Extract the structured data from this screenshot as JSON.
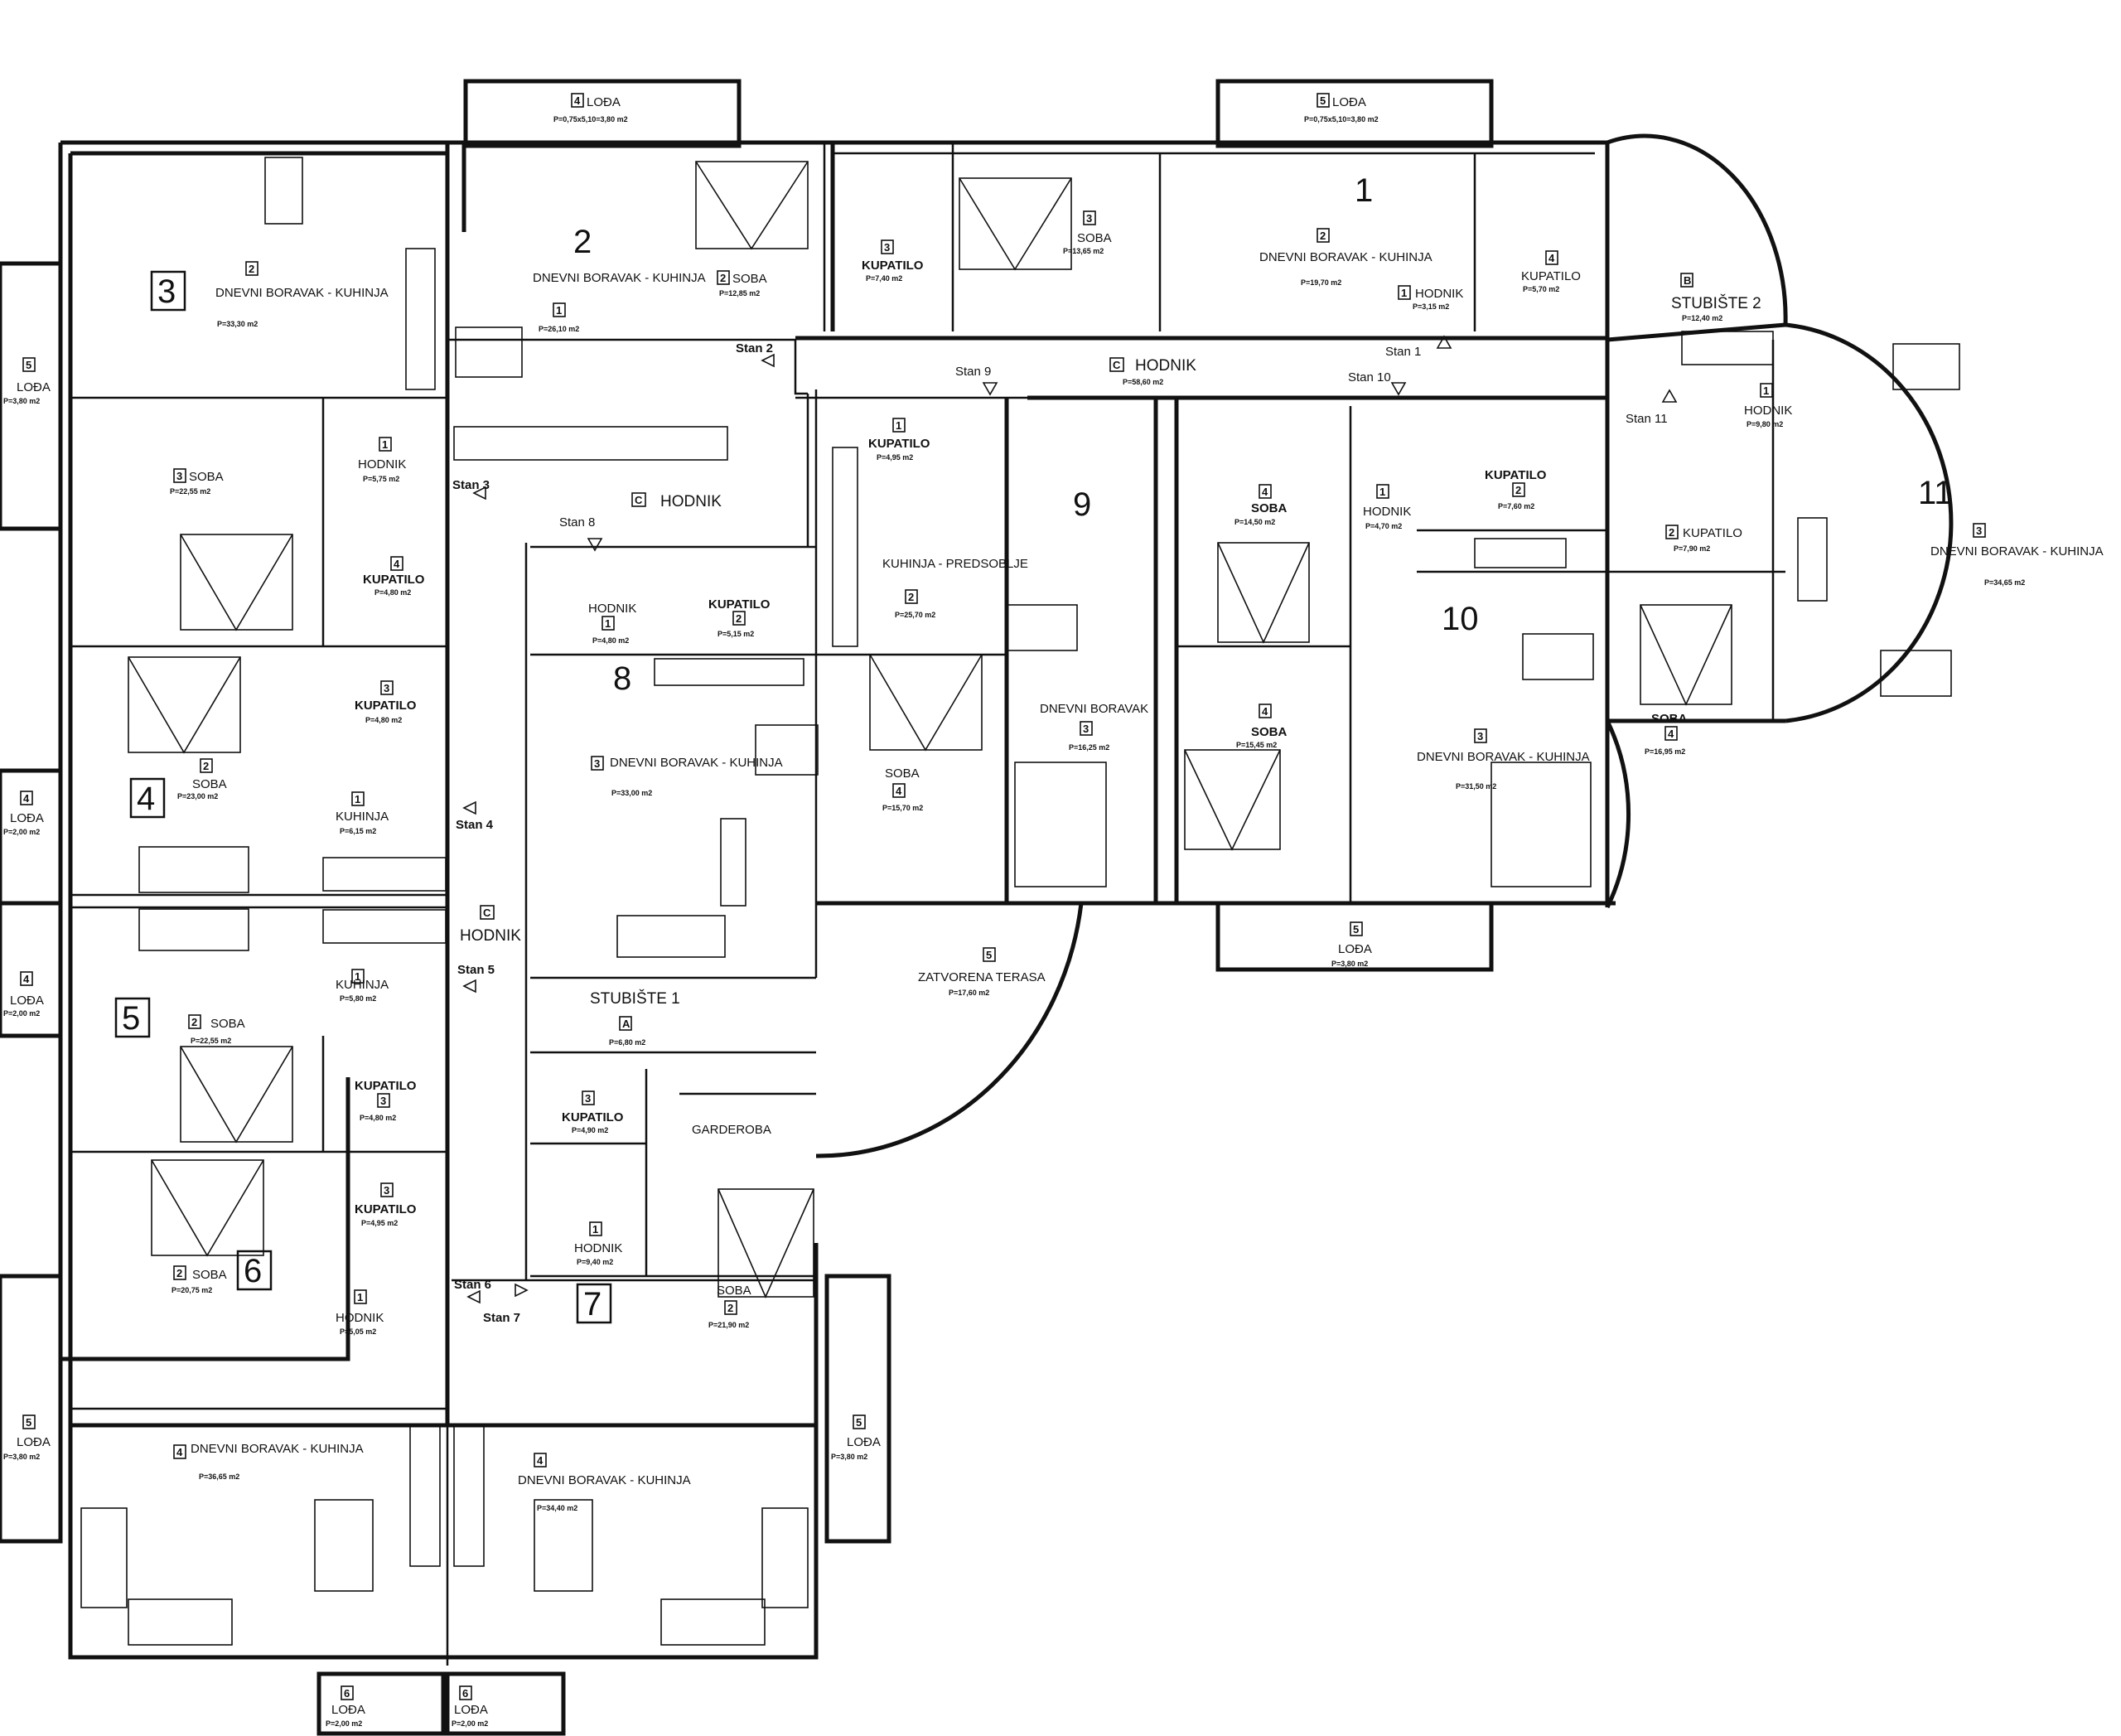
{
  "apartments": [
    {
      "id": "1",
      "rooms": [
        {
          "num": "1",
          "name": "HODNIK",
          "area": "P=3,15 m2"
        },
        {
          "num": "2",
          "name": "DNEVNI BORAVAK - KUHINJA",
          "area": "P=19,70 m2"
        },
        {
          "num": "3",
          "name": "SOBA",
          "area": "P=13,65 m2"
        },
        {
          "num": "3",
          "name": "KUPATILO",
          "area": "P=7,40 m2"
        },
        {
          "num": "4",
          "name": "KUPATILO",
          "area": "P=5,70 m2"
        },
        {
          "num": "5",
          "name": "LOĐA",
          "area": "P=0,75x5,10=3,80 m2"
        }
      ]
    },
    {
      "id": "2",
      "rooms": [
        {
          "num": "1",
          "name": "DNEVNI BORAVAK - KUHINJA",
          "area": "P=26,10 m2"
        },
        {
          "num": "2",
          "name": "SOBA",
          "area": "P=12,85 m2"
        },
        {
          "num": "4",
          "name": "LOĐA",
          "area": "P=0,75x5,10=3,80 m2"
        }
      ]
    },
    {
      "id": "3",
      "rooms": [
        {
          "num": "1",
          "name": "HODNIK",
          "area": "P=5,75 m2"
        },
        {
          "num": "2",
          "name": "DNEVNI BORAVAK - KUHINJA",
          "area": "P=33,30 m2"
        },
        {
          "num": "3",
          "name": "SOBA",
          "area": "P=22,55 m2"
        },
        {
          "num": "4",
          "name": "KUPATILO",
          "area": "P=4,80 m2"
        },
        {
          "num": "5",
          "name": "LOĐA",
          "area": "P=3,80 m2"
        }
      ]
    },
    {
      "id": "4",
      "rooms": [
        {
          "num": "1",
          "name": "KUHINJA",
          "area": "P=6,15 m2"
        },
        {
          "num": "2",
          "name": "SOBA",
          "area": "P=23,00 m2"
        },
        {
          "num": "3",
          "name": "KUPATILO",
          "area": "P=4,80 m2"
        },
        {
          "num": "4",
          "name": "LOĐA",
          "area": "P=2,00 m2"
        }
      ]
    },
    {
      "id": "5",
      "rooms": [
        {
          "num": "1",
          "name": "KUHINJA",
          "area": "P=5,80 m2"
        },
        {
          "num": "2",
          "name": "SOBA",
          "area": "P=22,55 m2"
        },
        {
          "num": "3",
          "name": "KUPATILO",
          "area": "P=4,80 m2"
        },
        {
          "num": "4",
          "name": "LOĐA",
          "area": "P=2,00 m2"
        }
      ]
    },
    {
      "id": "6",
      "rooms": [
        {
          "num": "1",
          "name": "HODNIK",
          "area": "P=5,05 m2"
        },
        {
          "num": "2",
          "name": "SOBA",
          "area": "P=20,75 m2"
        },
        {
          "num": "3",
          "name": "KUPATILO",
          "area": "P=4,95 m2"
        },
        {
          "num": "4",
          "name": "DNEVNI BORAVAK - KUHINJA",
          "area": "P=36,65 m2"
        },
        {
          "num": "5",
          "name": "LOĐA",
          "area": "P=3,80 m2"
        },
        {
          "num": "6",
          "name": "LOĐA",
          "area": "P=2,00 m2"
        }
      ]
    },
    {
      "id": "7",
      "rooms": [
        {
          "num": "1",
          "name": "HODNIK",
          "area": "P=9,40 m2"
        },
        {
          "num": "2",
          "name": "SOBA",
          "area": "P=21,90 m2"
        },
        {
          "num": "3",
          "name": "KUPATILO",
          "area": "P=4,90 m2"
        },
        {
          "num": "4",
          "name": "DNEVNI BORAVAK - KUHINJA",
          "area": "P=34,40 m2"
        },
        {
          "num": "5",
          "name": "LOĐA",
          "area": "P=3,80 m2"
        },
        {
          "num": "6",
          "name": "LOĐA",
          "area": "P=2,00 m2"
        }
      ]
    },
    {
      "id": "8",
      "rooms": [
        {
          "num": "1",
          "name": "HODNIK",
          "area": "P=4,80 m2"
        },
        {
          "num": "2",
          "name": "KUPATILO",
          "area": "P=5,15 m2"
        },
        {
          "num": "3",
          "name": "DNEVNI BORAVAK - KUHINJA",
          "area": "P=33,00 m2"
        }
      ]
    },
    {
      "id": "9",
      "rooms": [
        {
          "num": "1",
          "name": "KUPATILO",
          "area": "P=4,95 m2"
        },
        {
          "num": "2",
          "name": "KUHINJA - PREDSOBLJE",
          "area": "P=25,70 m2"
        },
        {
          "num": "3",
          "name": "DNEVNI BORAVAK",
          "area": "P=16,25 m2"
        },
        {
          "num": "4",
          "name": "SOBA",
          "area": "P=15,70 m2"
        },
        {
          "num": "5",
          "name": "ZATVORENA TERASA",
          "area": "P=17,60 m2"
        }
      ]
    },
    {
      "id": "10",
      "rooms": [
        {
          "num": "1",
          "name": "HODNIK",
          "area": "P=4,70 m2"
        },
        {
          "num": "2",
          "name": "KUPATILO",
          "area": "P=7,60 m2"
        },
        {
          "num": "3",
          "name": "DNEVNI BORAVAK - KUHINJA",
          "area": "P=31,50 m2"
        },
        {
          "num": "4",
          "name": "SOBA",
          "area": "P=14,50 m2"
        },
        {
          "num": "4",
          "name": "SOBA",
          "area": "P=15,45 m2"
        },
        {
          "num": "5",
          "name": "LOĐA",
          "area": "P=3,80 m2"
        }
      ]
    },
    {
      "id": "11",
      "rooms": [
        {
          "num": "1",
          "name": "HODNIK",
          "area": "P=9,80 m2"
        },
        {
          "num": "2",
          "name": "KUPATILO",
          "area": "P=7,90 m2"
        },
        {
          "num": "3",
          "name": "DNEVNI BORAVAK - KUHINJA",
          "area": "P=34,65 m2"
        },
        {
          "num": "4",
          "name": "SOBA",
          "area": "P=16,95 m2"
        }
      ]
    }
  ],
  "common": {
    "hodnik": {
      "letter": "C",
      "name": "HODNIK",
      "area": "P=58,60 m2"
    },
    "stubiste1": {
      "letter": "A",
      "name": "STUBIŠTE 1",
      "area": "P=6,80 m2"
    },
    "stubiste2": {
      "letter": "B",
      "name": "STUBIŠTE 2",
      "area": "P=12,40 m2"
    },
    "garderoba": "GARDEROBA"
  },
  "entrances": [
    "Stan 1",
    "Stan 2",
    "Stan 3",
    "Stan 4",
    "Stan 5",
    "Stan 6",
    "Stan 7",
    "Stan 8",
    "Stan 9",
    "Stan 10",
    "Stan 11"
  ]
}
